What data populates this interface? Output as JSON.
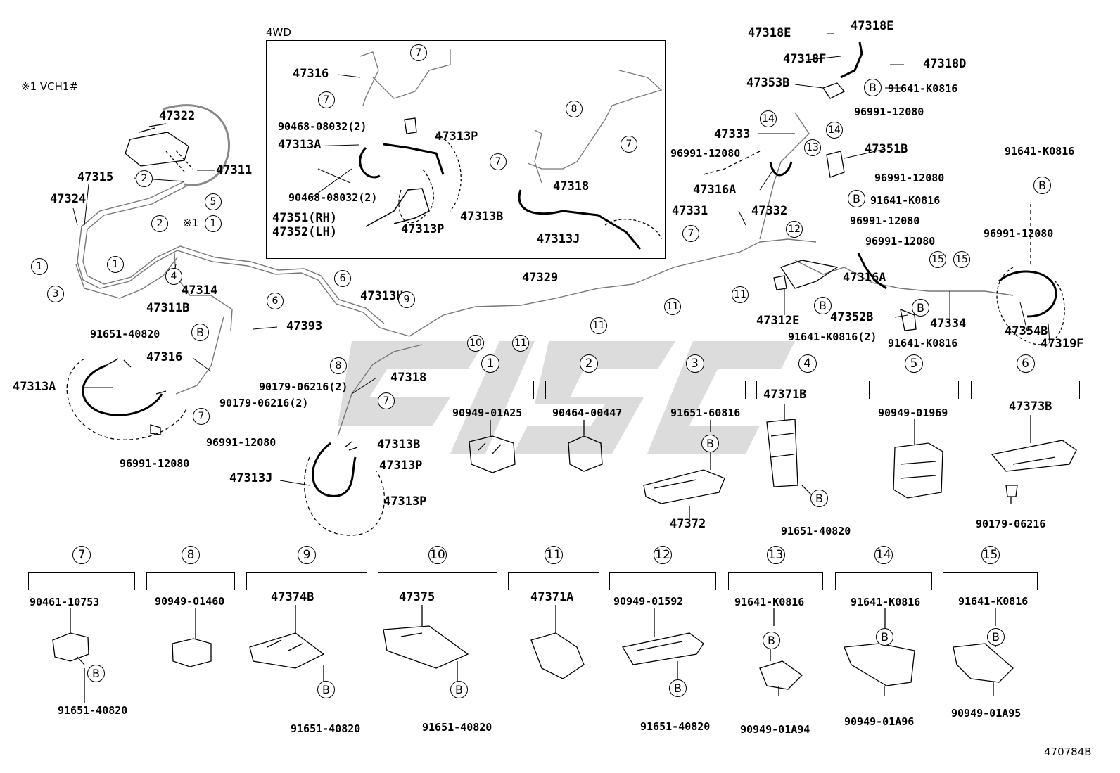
{
  "diagram": {
    "title_4wd": "4WD",
    "footnote": "※1 VCH1#",
    "note_mark": "※1",
    "figure_code": "470784B"
  },
  "parts": {
    "p47322": "47322",
    "p47311": "47311",
    "p47315": "47315",
    "p47324": "47324",
    "p47314": "47314",
    "p47311b": "47311B",
    "p91651_40820_a": "91651-40820",
    "p47316_a": "47316",
    "p47313a_a": "47313A",
    "p96991_12080_a": "96991-12080",
    "p47393": "47393",
    "p90179_06216_2a": "90179-06216(2)",
    "p90179_06216_2b": "90179-06216(2)",
    "p47313h": "47313H",
    "p47318_a": "47318",
    "p96991_12080_b": "96991-12080",
    "p47313b_a": "47313B",
    "p47313p_a": "47313P",
    "p47313j_a": "47313J",
    "p47313p_b": "47313P",
    "p47329": "47329",
    "b47316": "47316",
    "b90468_08032_2a": "90468-08032(2)",
    "b47313a": "47313A",
    "b47313p_a": "47313P",
    "b90468_08032_2b": "90468-08032(2)",
    "b47351rh": "47351(RH)",
    "b47352lh": "47352(LH)",
    "b47313p_b": "47313P",
    "b47313b": "47313B",
    "b47318": "47318",
    "b47313j": "47313J",
    "p47318e_a": "47318E",
    "p47318e_b": "47318E",
    "p47318f": "47318F",
    "p47318d": "47318D",
    "p47353b": "47353B",
    "p91641_k0816_a": "91641-K0816",
    "p96991_12080_c": "96991-12080",
    "p47333": "47333",
    "p47351b": "47351B",
    "p96991_12080_d": "96991-12080",
    "p96991_12080_e": "96991-12080",
    "p47316a_a": "47316A",
    "p91641_k0816_b": "91641-K0816",
    "p47331": "47331",
    "p47332": "47332",
    "p96991_12080_f": "96991-12080",
    "p91641_k0816_c": "91641-K0816",
    "p96991_12080_g": "96991-12080",
    "p96991_12080_h": "96991-12080",
    "p47316a_b": "47316A",
    "p47312e": "47312E",
    "p47352b": "47352B",
    "p47334": "47334",
    "p47354b": "47354B",
    "p47319f": "47319F",
    "p91641_k0816_2": "91641-K0816(2)",
    "p91641_k0816_d": "91641-K0816"
  },
  "callouts": [
    "1",
    "2",
    "3",
    "4",
    "5",
    "6",
    "7",
    "8",
    "9",
    "10",
    "11",
    "12",
    "13",
    "14",
    "15"
  ],
  "ref_b": "B",
  "sections": [
    {
      "num": "1",
      "parts": [
        "90949-01A25"
      ]
    },
    {
      "num": "2",
      "parts": [
        "90464-00447"
      ]
    },
    {
      "num": "3",
      "parts": [
        "91651-60816",
        "47372"
      ]
    },
    {
      "num": "4",
      "parts": [
        "47371B",
        "91651-40820"
      ]
    },
    {
      "num": "5",
      "parts": [
        "90949-01969"
      ]
    },
    {
      "num": "6",
      "parts": [
        "47373B",
        "90179-06216"
      ]
    },
    {
      "num": "7",
      "parts": [
        "90461-10753",
        "91651-40820"
      ]
    },
    {
      "num": "8",
      "parts": [
        "90949-01460"
      ]
    },
    {
      "num": "9",
      "parts": [
        "47374B",
        "91651-40820"
      ]
    },
    {
      "num": "10",
      "parts": [
        "47375",
        "91651-40820"
      ]
    },
    {
      "num": "11",
      "parts": [
        "47371A"
      ]
    },
    {
      "num": "12",
      "parts": [
        "90949-01592",
        "91651-40820"
      ]
    },
    {
      "num": "13",
      "parts": [
        "91641-K0816",
        "90949-01A94"
      ]
    },
    {
      "num": "14",
      "parts": [
        "91641-K0816",
        "90949-01A96"
      ]
    },
    {
      "num": "15",
      "parts": [
        "91641-K0816",
        "90949-01A95"
      ]
    }
  ]
}
